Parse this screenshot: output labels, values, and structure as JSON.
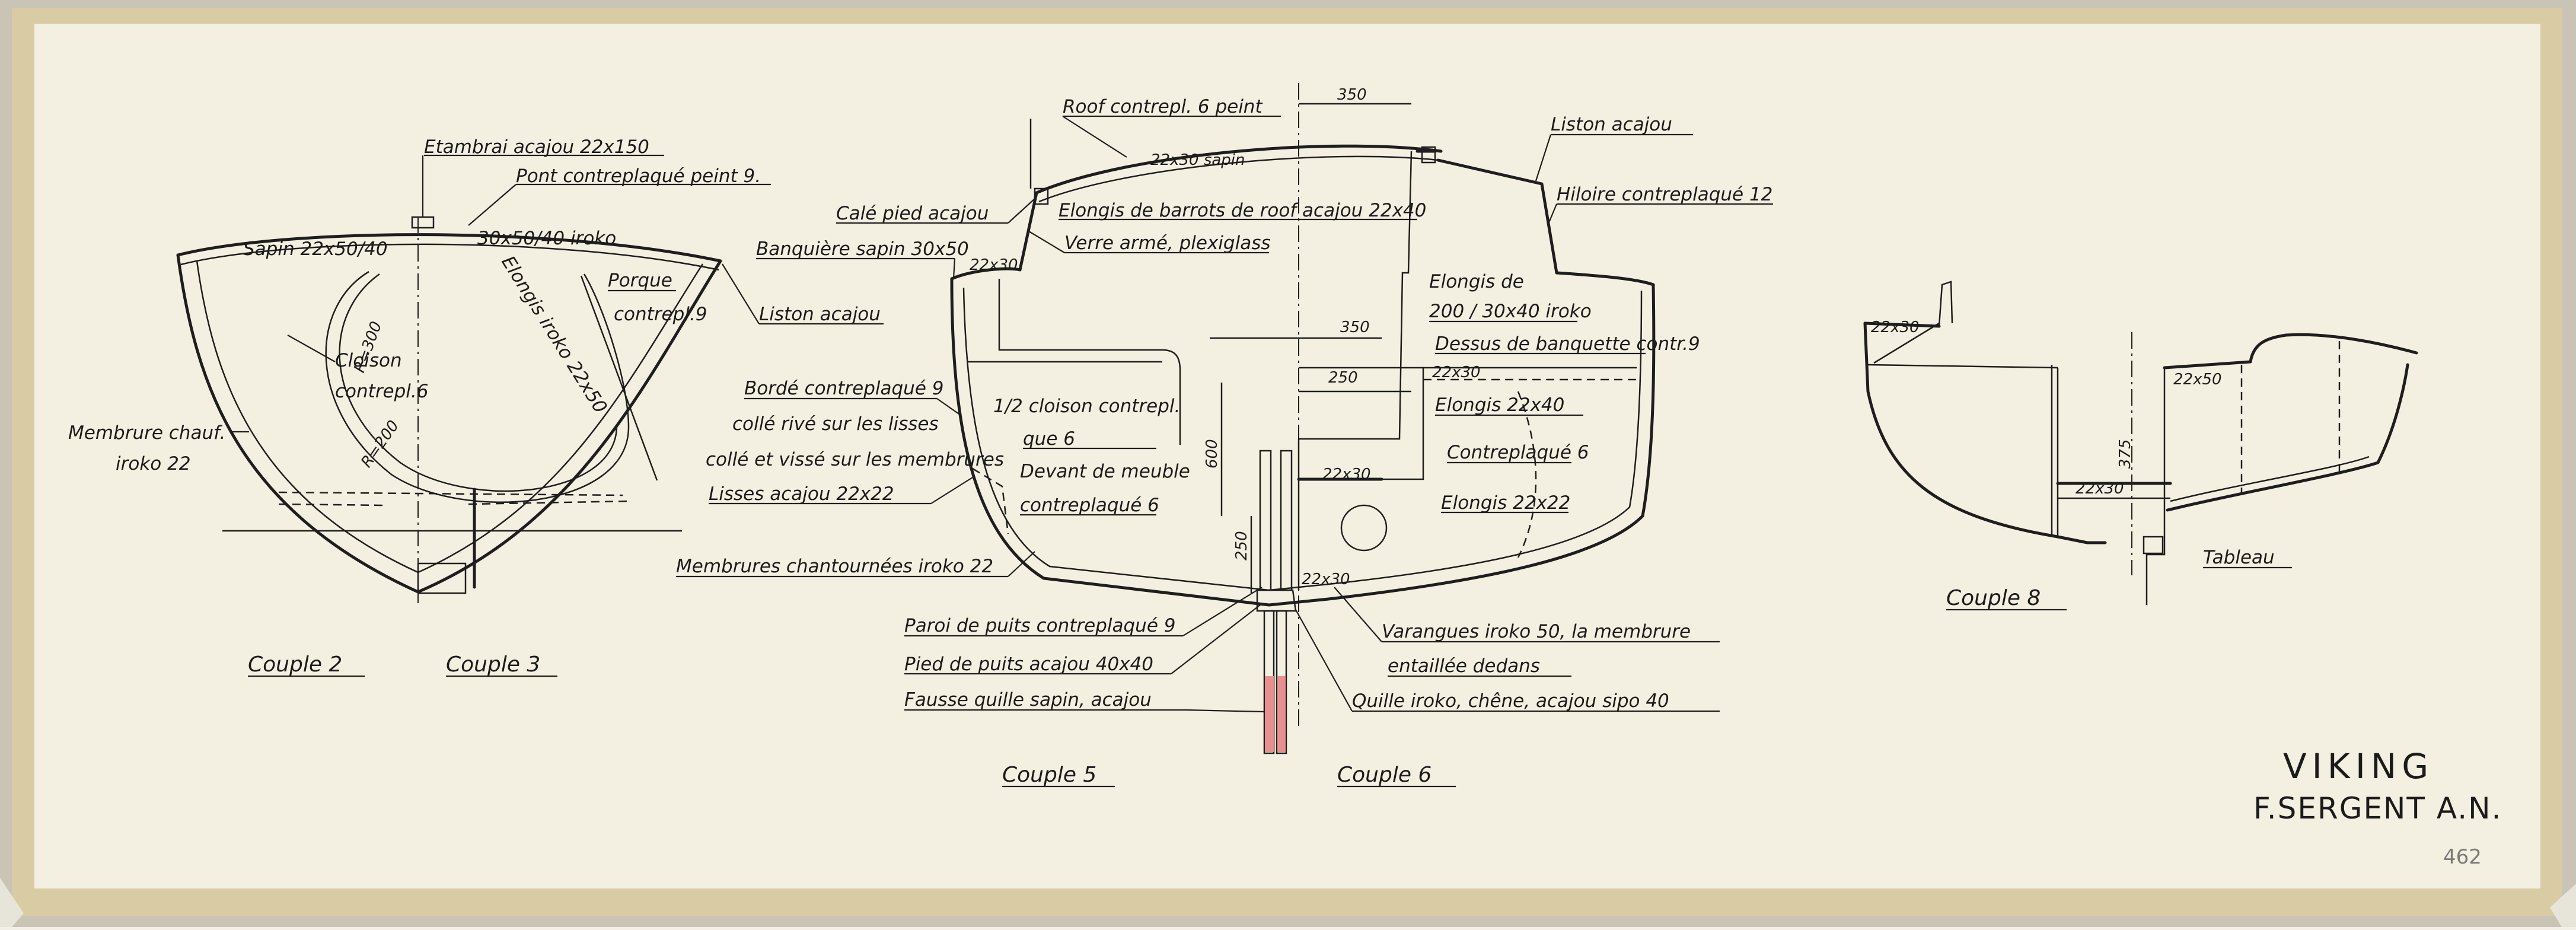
{
  "colors": {
    "paper": "#f4f0e1",
    "backing": "#c6c1b3",
    "border_tape": "#d8c9a0",
    "ink": "#1e1e1e",
    "red_pencil": "#e8908f"
  },
  "notes": {
    "etambrai": "Etambrai acajou 22x150",
    "pont": "Pont contreplaqué peint 9.",
    "sapin_barrots": "Sapin 22x50/40",
    "iroko_barrots": "30x50/40 iroko",
    "elongis_iroko": "Elongis iroko 22x50",
    "porque": "Porque",
    "porque_ctrp": "contrepl.9",
    "r300": "R=300",
    "r200": "R=200",
    "cloison": "Cloison",
    "cloison_ctrp": "contrepl.6",
    "liston_1": "Liston acajou",
    "membrure_chauf": "Membrure chauf.",
    "membrure_iroko": "iroko 22",
    "roof": "Roof contrepl. 6 peint",
    "roof_barrot": "22x30 sapin",
    "dim_350_top": "350",
    "cale_pied": "Calé pied acajou",
    "elongis_barrots": "Elongis de barrots de roof acajou 22x40",
    "banquiere": "Banquière sapin 30x50",
    "dim_22x30_a": "22x30",
    "verre": "Verre armé, plexiglass",
    "liston_2": "Liston acajou",
    "hiloire": "Hiloire contreplaqué 12",
    "elongis_de": "Elongis de",
    "elongis_de_2": "200 / 30x40 iroko",
    "dessus_banquette": "Dessus de banquette contr.9",
    "dim_350_mid": "350",
    "dim_22x30_b": "22x30",
    "dim_250_top": "250",
    "elongis_22x40": "Elongis 22x40",
    "contreplaque_6": "Contreplaqué 6",
    "elongis_22x22": "Elongis 22x22",
    "dim_22x30_c": "22x30",
    "bordé_1": "Bordé contreplaqué 9",
    "bordé_2": "collé rivé sur les lisses",
    "bordé_3": "collé et vissé sur les membrures",
    "lisses": "Lisses acajou 22x22",
    "demi_cloison_1": "1/2 cloison contrepl.",
    "demi_cloison_2": "que 6",
    "devant_1": "Devant de meuble",
    "devant_2": "contreplaqué 6",
    "dim_600": "600",
    "dim_250_v": "250",
    "membrures_chant": "Membrures chantournées iroko 22",
    "paroi_puits": "Paroi de puits contreplaqué 9",
    "pied_puits": "Pied de puits acajou 40x40",
    "fausse_quille": "Fausse quille sapin, acajou",
    "varangues": "Varangues iroko 50, la membrure",
    "varangues_2": "entaillée dedans",
    "quille": "Quille iroko, chêne, acajou sipo 40",
    "dim_22x30_d": "22x30",
    "dim_22x50_8": "22x50",
    "dim_22x30_8b": "22x30",
    "dim_22x30_8c": "22x30",
    "dim_375": "375",
    "tableau": "Tableau"
  },
  "captions": {
    "couple_2": "Couple 2",
    "couple_3": "Couple 3",
    "couple_5": "Couple 5",
    "couple_6": "Couple 6",
    "couple_8": "Couple 8"
  },
  "title_block": {
    "name": "VIKING",
    "designer": "F.SERGENT A.N.",
    "sheet_no": "462"
  }
}
